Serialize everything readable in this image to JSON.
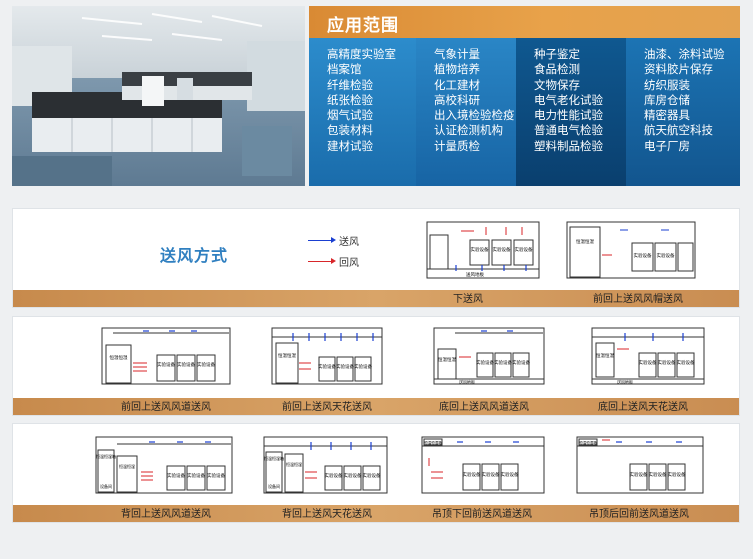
{
  "scope": {
    "title": "应用范围",
    "columns": [
      [
        "高精度实验室",
        "档案馆",
        "纤维检验",
        "纸张检验",
        "烟气试验",
        "包装材料",
        "建材试验"
      ],
      [
        "气象计量",
        "植物培养",
        "化工建材",
        "高校科研",
        "出入境检验检疫",
        "认证检测机构",
        "计量质检"
      ],
      [
        "种子鉴定",
        "食品检测",
        "文物保存",
        "电气老化试验",
        "电力性能试验",
        "普通电气检验",
        "塑料制品检验"
      ],
      [
        "油漆、涂料试验",
        "资料胶片保存",
        "纺织服装",
        "库房仓储",
        "精密器具",
        "航天航空科技",
        "电子厂房"
      ]
    ]
  },
  "airflow": {
    "title": "送风方式",
    "legend": {
      "supply": "送风",
      "return": "回风"
    },
    "colors": {
      "supply": "#1a3fd1",
      "return": "#d8262a",
      "accent": "#d9a468"
    },
    "captions": {
      "row1": [
        "下送风",
        "前回上送风风帽送风"
      ],
      "row2": [
        "前回上送风风道送风",
        "前回上送风天花送风",
        "底回上送风风道送风",
        "底回上送风天花送风"
      ],
      "row3": [
        "背回上送风风道送风",
        "背回上送风天花送风",
        "吊顶下回前送风道送风",
        "吊顶后回前送风道送风"
      ]
    },
    "diagram_labels": {
      "ac_unit": "恒温恒湿空调",
      "ac_unit_short": "恒温恒湿",
      "equipment": "实验设备",
      "floor": "送风地板",
      "ceiling_box": "恒温恒湿箱",
      "equipment_room": "设备间"
    }
  }
}
